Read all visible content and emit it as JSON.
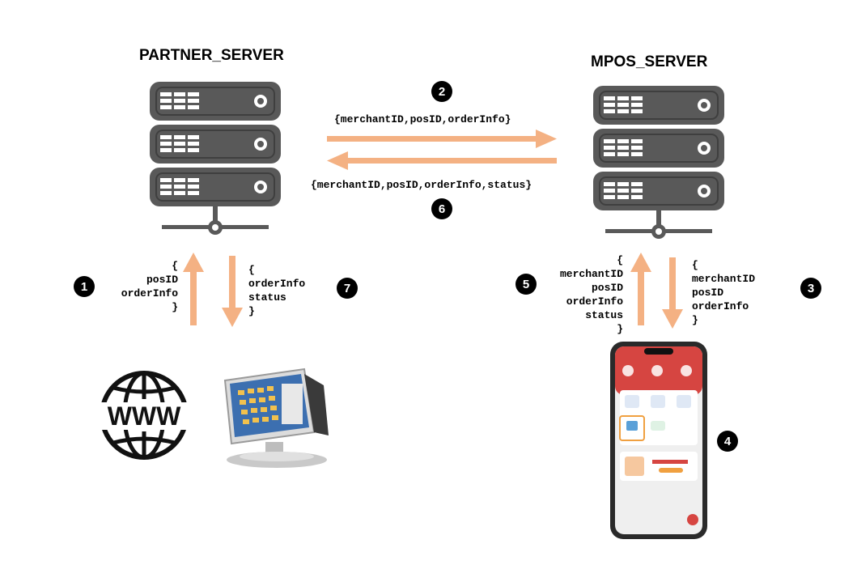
{
  "partner": {
    "title": "PARTNER_SERVER"
  },
  "mpos": {
    "title": "MPOS_SERVER"
  },
  "messages": {
    "m2": "{merchantID,posID,orderInfo}",
    "m6": "{merchantID,posID,orderInfo,status}",
    "m1": [
      "{",
      "posID",
      "orderInfo",
      "}"
    ],
    "m7": [
      "{",
      "orderInfo",
      "status",
      "}"
    ],
    "m5": [
      "{",
      "merchantID",
      "posID",
      "orderInfo",
      "status",
      "}"
    ],
    "m3": [
      "{",
      "merchantID",
      "posID",
      "orderInfo",
      "}"
    ]
  },
  "steps": {
    "s1": "1",
    "s2": "2",
    "s3": "3",
    "s4": "4",
    "s5": "5",
    "s6": "6",
    "s7": "7"
  },
  "web": {
    "label": "WWW"
  },
  "colors": {
    "arrow": "#f4b183",
    "server": "#595959",
    "server_dark": "#3f3f3f",
    "badge": "#000000"
  }
}
